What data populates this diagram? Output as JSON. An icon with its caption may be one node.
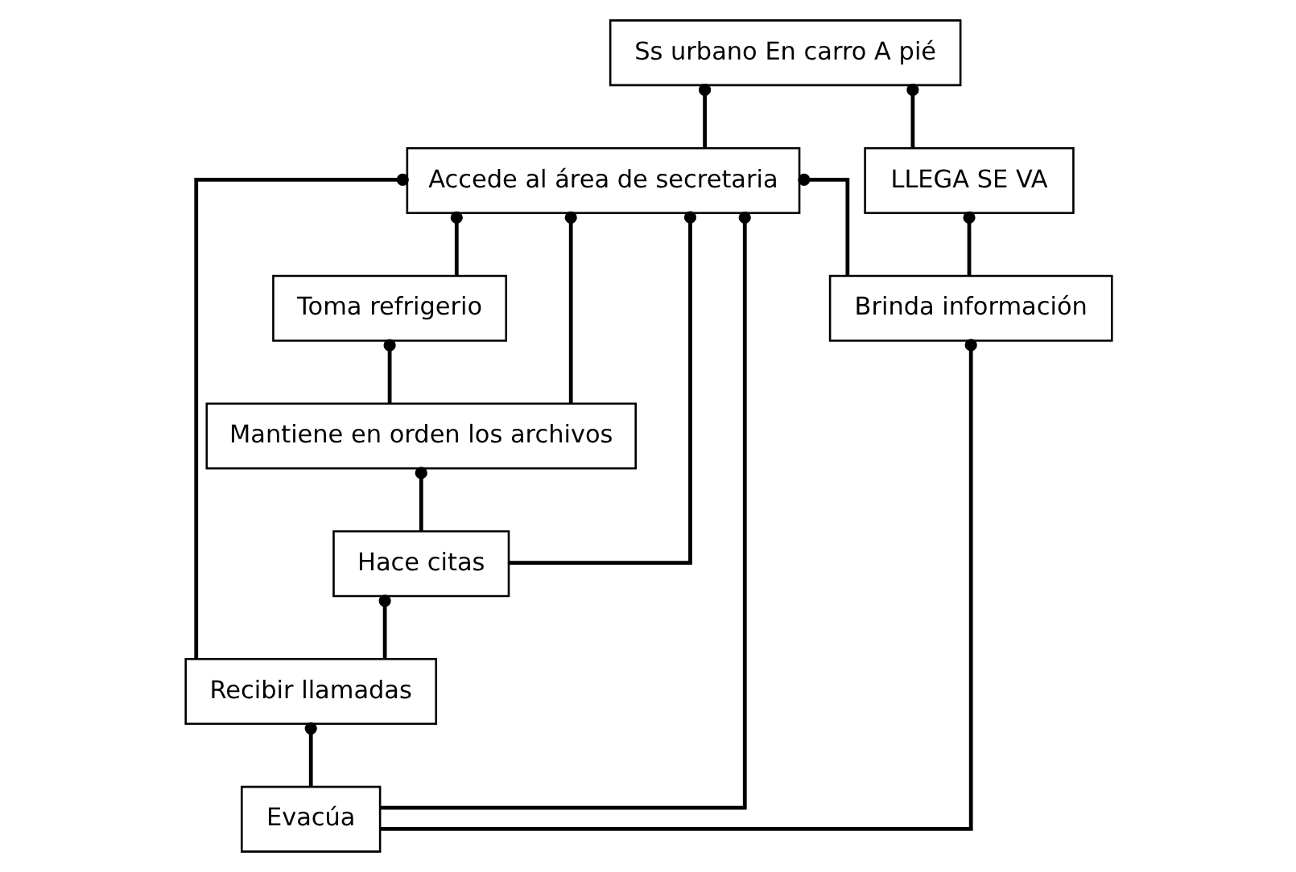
{
  "diagram": {
    "nodes": [
      {
        "text": [
          "Toma refrigerio"
        ]
      },
      {
        "text": [
          "Ss urbano En carro A pié"
        ]
      },
      {
        "text": [
          "Mantiene en orden los archivos"
        ]
      },
      {
        "text": [
          "LLEGA SE VA"
        ]
      },
      {
        "text": [
          "Accede al área de secretaria"
        ]
      },
      {
        "text": [
          "Hace citas"
        ]
      },
      {
        "text": [
          "Recibir llamadas"
        ]
      },
      {
        "text": [
          "Brinda información"
        ]
      },
      {
        "text": [
          "Evacúa"
        ]
      }
    ],
    "edges": [
      {
        "from": 3,
        "to": 1,
        "arrow": "other"
      },
      {
        "from": 4,
        "to": 1,
        "arrow": "other"
      },
      {
        "from": 0,
        "to": 4,
        "arrow": "other"
      },
      {
        "from": 2,
        "to": 0,
        "arrow": "other"
      },
      {
        "from": 2,
        "to": 4,
        "arrow": "other"
      },
      {
        "from": 5,
        "to": 2,
        "arrow": "other"
      },
      {
        "from": 5,
        "to": 4,
        "arrow": "other"
      },
      {
        "from": 6,
        "to": 5,
        "arrow": "other"
      },
      {
        "from": 6,
        "to": 4,
        "arrow": "other"
      },
      {
        "from": 8,
        "to": 4,
        "arrow": "other"
      },
      {
        "from": 7,
        "to": 4,
        "arrow": "other"
      },
      {
        "from": 7,
        "to": 3,
        "arrow": "other"
      },
      {
        "from": 8,
        "to": 7,
        "arrow": "other"
      },
      {
        "from": 8,
        "to": 6,
        "arrow": "other"
      }
    ]
  }
}
